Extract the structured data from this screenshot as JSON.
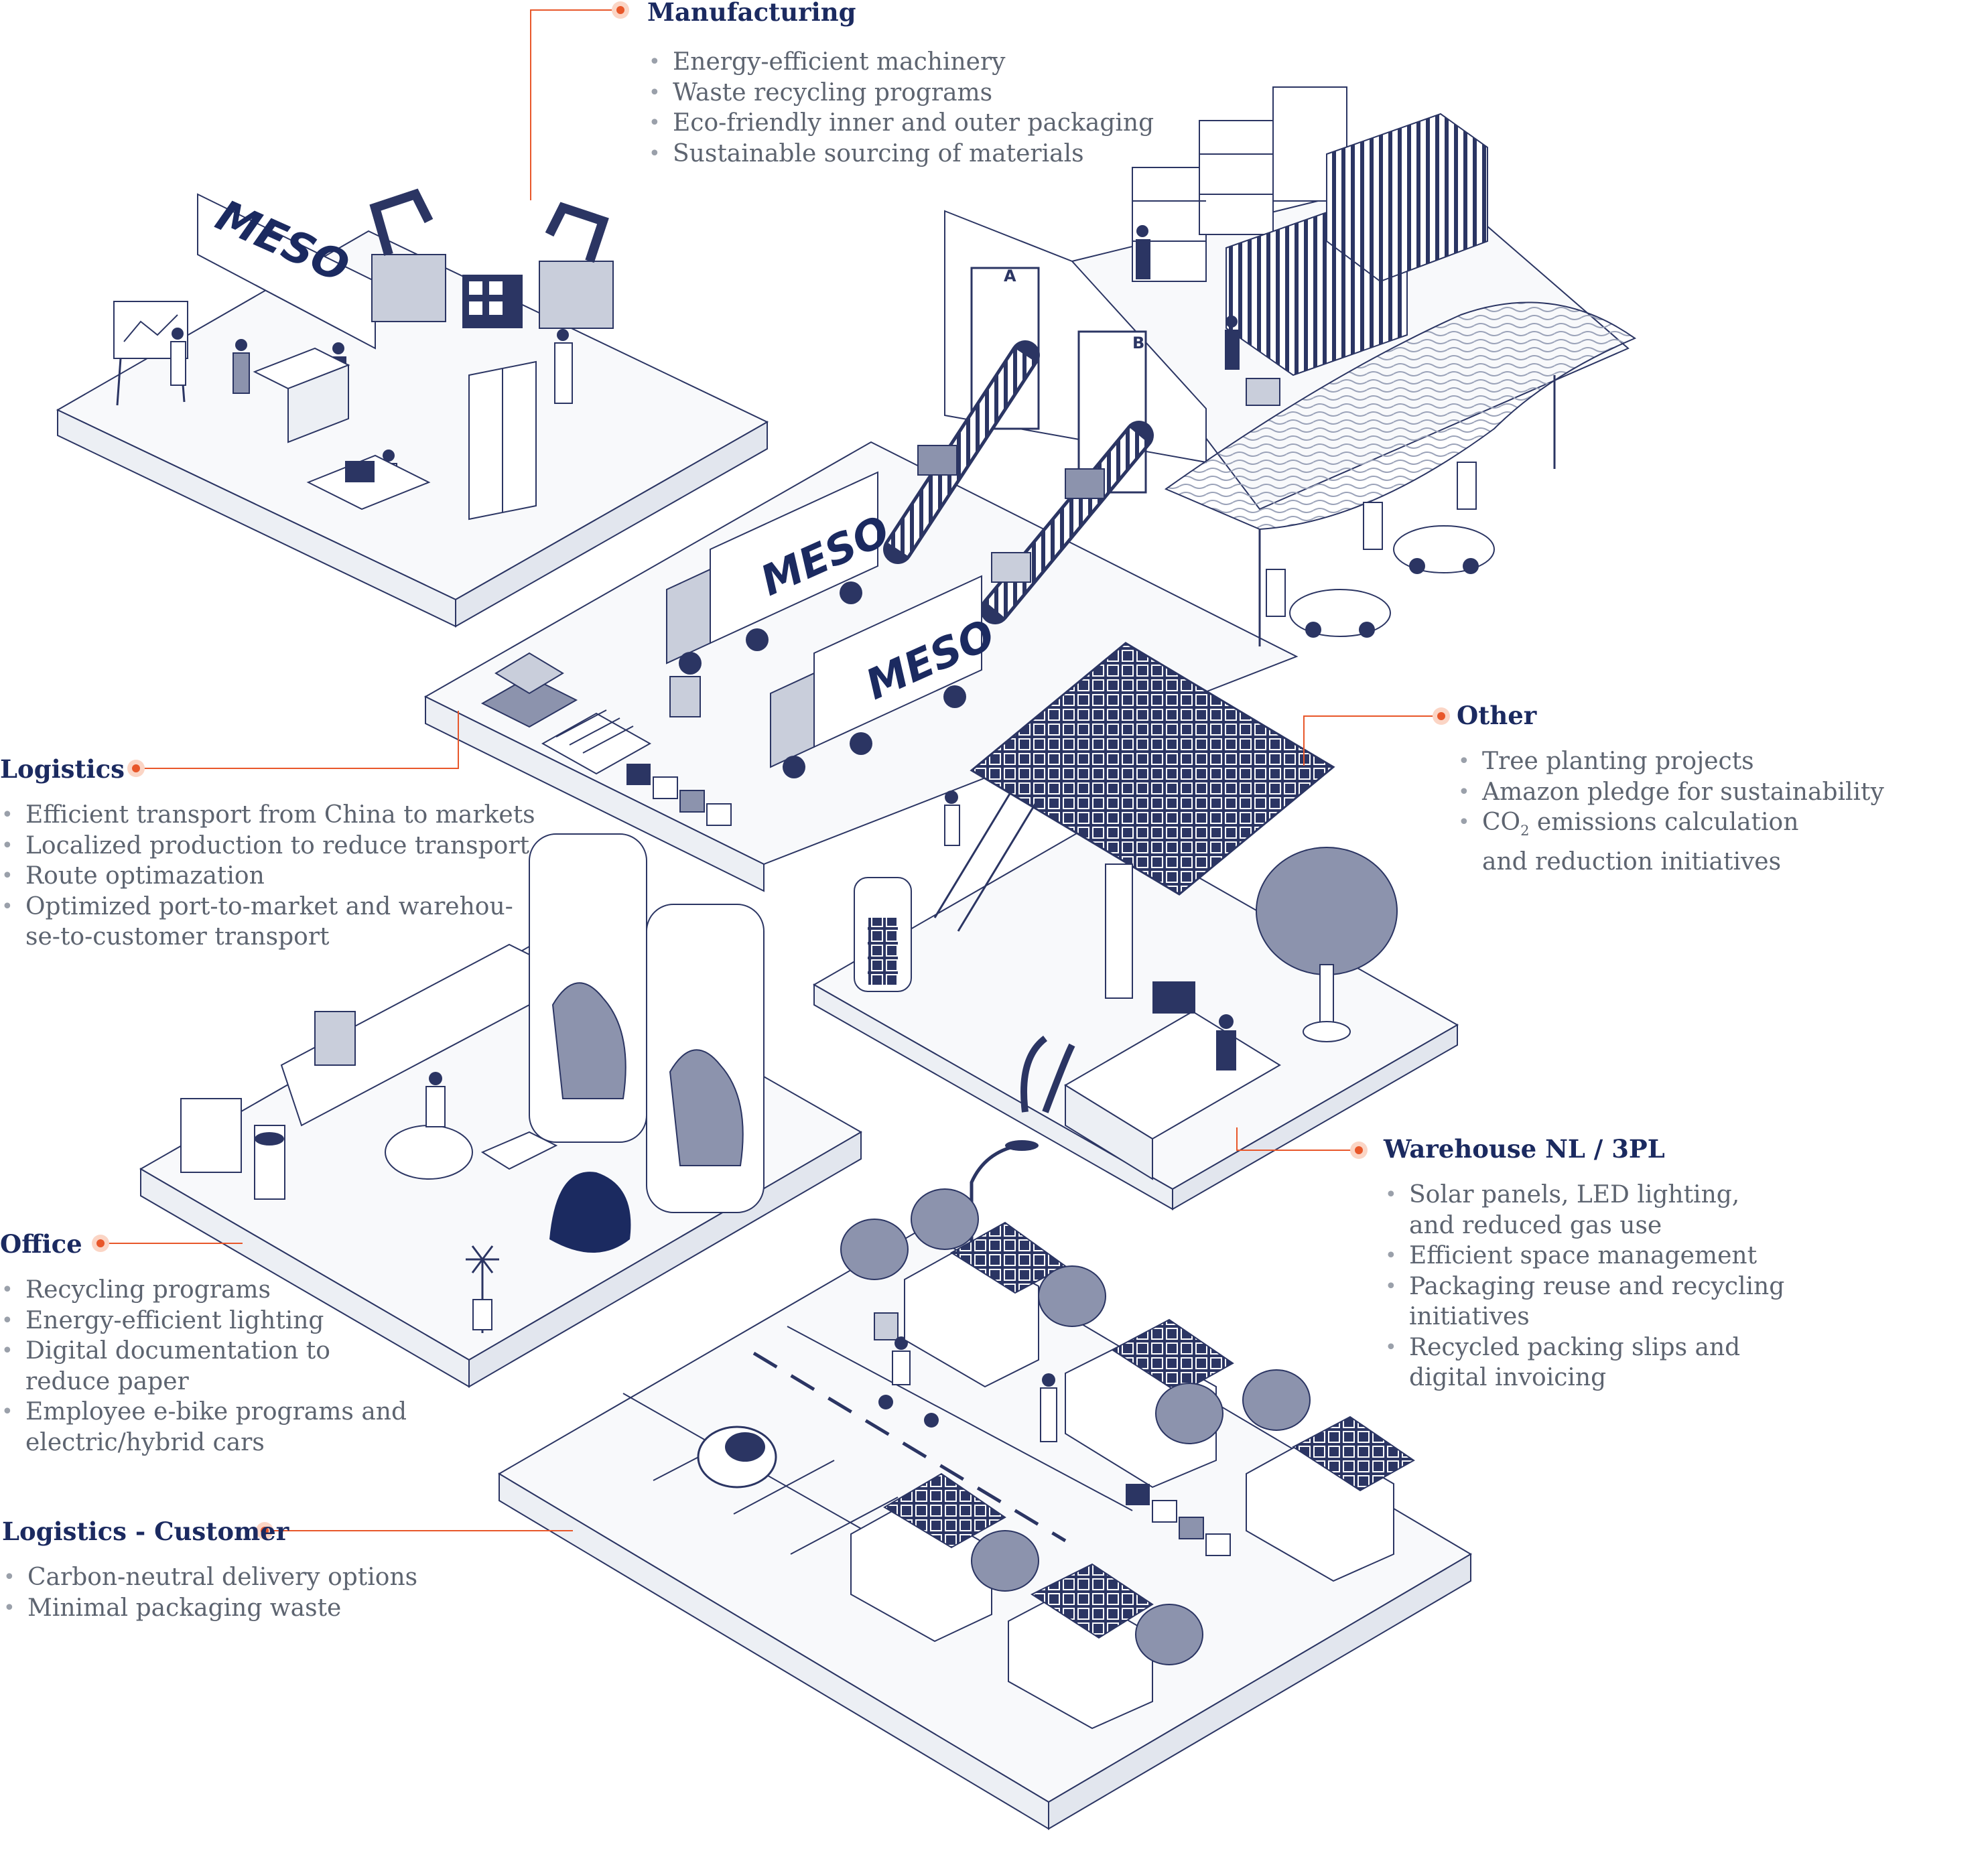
{
  "colors": {
    "navy": "#1b2a60",
    "accent": "#e8572a",
    "text": "#5d6470",
    "platform": "#f3f5f8",
    "line": "#2b3563"
  },
  "brand": {
    "logo_text": "MESO"
  },
  "warehouse_doors": {
    "door_a": "A",
    "door_b": "B"
  },
  "sections": {
    "manufacturing": {
      "title": "Manufacturing",
      "items": [
        "Energy-efficient machinery",
        "Waste recycling programs",
        "Eco-friendly inner and outer packaging",
        "Sustainable sourcing of materials"
      ]
    },
    "logistics": {
      "title": "Logistics",
      "items": [
        "Efficient transport from China to markets",
        "Localized production to reduce transport",
        "Route optimazation",
        "Optimized port-to-market and warehou-",
        "se-to-customer transport"
      ]
    },
    "other": {
      "title": "Other",
      "items": [
        "Tree planting projects",
        "Amazon pledge for sustainability",
        "CO",
        "2",
        " emissions calculation",
        "and reduction initiatives"
      ]
    },
    "warehouse": {
      "title": "Warehouse NL / 3PL",
      "items": [
        "Solar panels, LED lighting,",
        "and reduced gas use",
        "Efficient space management",
        "Packaging reuse and recycling",
        "initiatives",
        "Recycled packing slips and",
        "digital invoicing"
      ]
    },
    "office": {
      "title": "Office",
      "items": [
        "Recycling programs",
        "Energy-efficient lighting",
        "Digital documentation to",
        "reduce paper",
        "Employee e-bike programs and",
        "electric/hybrid cars"
      ]
    },
    "logistics_customer": {
      "title": "Logistics - Customer",
      "items": [
        "Carbon-neutral delivery options",
        "Minimal packaging waste"
      ]
    }
  }
}
